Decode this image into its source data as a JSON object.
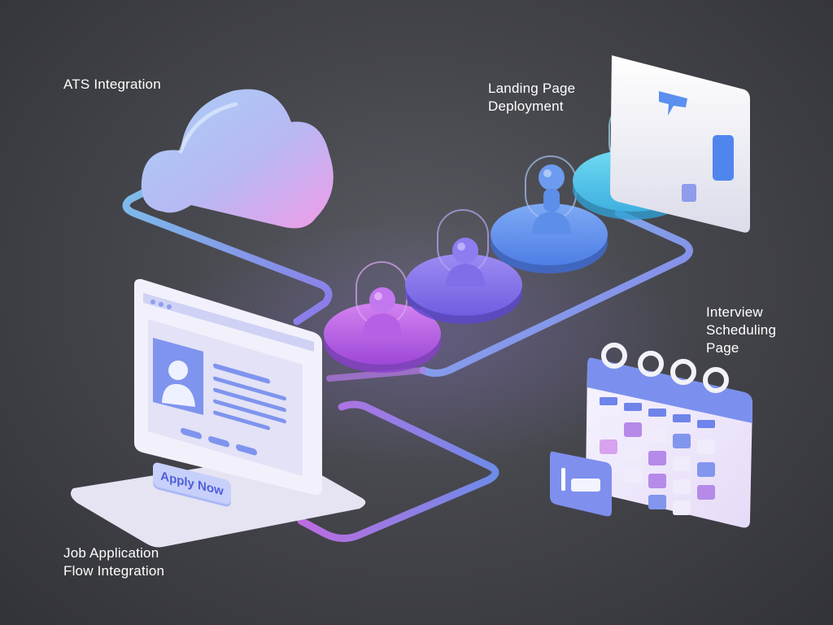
{
  "labels": {
    "ats": "ATS Integration",
    "landing_line1": "Landing Page",
    "landing_line2": "Deployment",
    "interview_line1": "Interview",
    "interview_line2": "Scheduling",
    "interview_line3": "Page",
    "job_line1": "Job Application",
    "job_line2": "Flow Integration"
  },
  "laptop": {
    "button_label": "Apply Now"
  },
  "candidate_stages": [
    "stage-1",
    "stage-2",
    "stage-3",
    "stage-4"
  ],
  "colors": {
    "background": "#45464c",
    "accent_blue": "#6f8ff0",
    "accent_purple": "#b769e6",
    "accent_cyan": "#5ed3ef",
    "cloud_top": "#9ec8f5",
    "cloud_bottom": "#e8a0ee"
  },
  "icons": [
    "cloud-icon",
    "person-icon",
    "calendar-icon",
    "laptop-icon",
    "chat-bubble-icon"
  ]
}
